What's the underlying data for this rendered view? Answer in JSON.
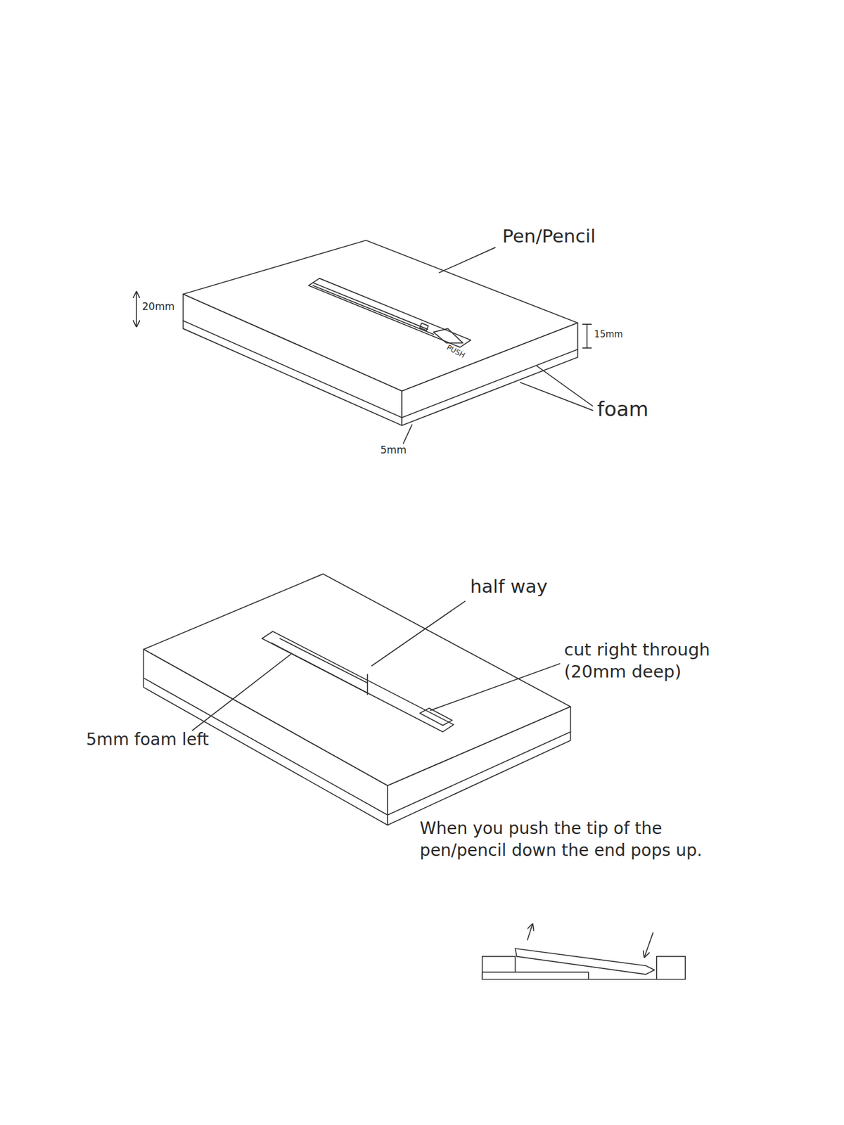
{
  "diagram": {
    "labels": [
      "Pen/Pencil",
      "20mm",
      "15mm",
      "PUSH",
      "foam",
      "5mm",
      "half way",
      "cut right through (20mm deep)",
      "5mm foam left",
      "When you push the tip of the pen/pencil down the end pops up."
    ]
  }
}
